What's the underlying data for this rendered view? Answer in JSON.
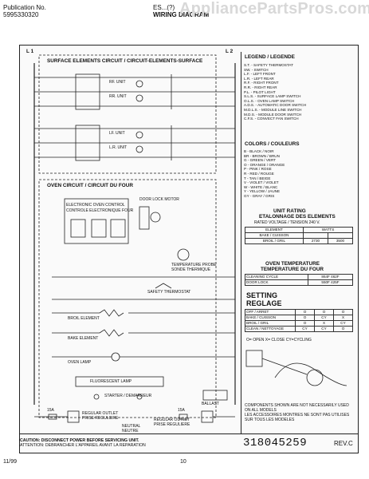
{
  "header": {
    "publication_label": "Publication No.",
    "publication_number": "5995330320",
    "model_code": "ES...(?)",
    "title": "WIRING DIAGRAM",
    "watermark": "AppliancePartsPros.com"
  },
  "diagram": {
    "line_left": "L 1",
    "line_right": "L 2",
    "surface_title": "SURFACE ELEMENTS CIRCUIT / CIRCUIT-ELEMENTS-SURFACE",
    "oven_title": "OVEN CIRCUIT / CIRCUIT DU FOUR",
    "labels": {
      "rf_unit": "RF. UNIT",
      "rr_unit": "RR. UNIT",
      "lf_unit": "LF. UNIT",
      "lr_unit": "L.R. UNIT",
      "control": "ELECTRONIC OVEN CONTROL",
      "control_fr": "CONTROLE ELECTRONIQUE FOUR",
      "door_lock": "DOOR LOCK MOTOR",
      "temp_probe": "TEMPERATURE PROBE",
      "temp_probe_fr": "SONDE THERMIQUE",
      "safety_thermostat": "SAFETY THERMOSTAT",
      "broil_element": "BROIL ELEMENT",
      "bake_element": "BAKE ELEMENT",
      "oven_lamp": "OVEN LAMP",
      "fluorescent": "FLUORESCENT LAMP",
      "starter": "STARTER / DEMARREUR",
      "ballast": "BALLAST",
      "reg_outlet": "REGULAR OUTLET",
      "reg_outlet_fr": "PRISE REGULIERE",
      "reg_outlet_r": "REGULAR OUTLET",
      "reg_outlet_r_fr": "PRISE REGULIERE",
      "neutral": "NEUTRAL",
      "neutral_fr": "NEUTRE",
      "fuse_a": "15A",
      "fuse_b": "15A"
    }
  },
  "legend": {
    "title": "LEGEND / LEGENDE",
    "items": [
      "S.T. - SAFETY THERMOSTAT",
      "SW. - SWITCH",
      "L.F. - LEFT FRONT",
      "L.R. - LEFT REAR",
      "R.F. - RIGHT FRONT",
      "R.R. - RIGHT REAR",
      "P.L. - PILOT LIGHT",
      "S.L.S. - SURFACE LAMP SWITCH",
      "O.L.S. - OVEN LAMP SWITCH",
      "A.D.S. - AUTOMATIC DOOR SWITCH",
      "M.D.L.S. - MODULE LINE SWITCH",
      "M.D.S. - MODULE DOOR SWITCH",
      "C.F.S. - CONVECT FAN SWITCH"
    ],
    "colors_title": "COLORS / COULEURS",
    "colors": [
      "B - BLACK / NOIR",
      "BR - BROWN / BRUN",
      "G - GREEN / VERT",
      "O - ORANGE / ORANGE",
      "P - PINK / ROSE",
      "R - RED / ROUGE",
      "T - TAN / BEIGE",
      "V - VIOLET / VIOLET",
      "W - WHITE / BLANC",
      "Y - YELLOW / JAUNE",
      "GY - GRAY / GRIS"
    ]
  },
  "unit_rating": {
    "title": "UNIT RATING",
    "title_fr": "ETALONNAGE DES ELEMENTS",
    "voltage": "RATED VOLTAGE / TENSION 240 V.",
    "col_element": "ELEMENT",
    "col_watts": "WATTS",
    "rows": [
      {
        "name": "BAKE / CUISSON",
        "w1": "",
        "w2": ""
      },
      {
        "name": "BROIL / GRIL",
        "w1": "2730",
        "w2": "3500"
      }
    ]
  },
  "oven_temperature": {
    "title": "OVEN TEMPERATURE",
    "title_fr": "TEMPERATURE DU FOUR",
    "rows": [
      {
        "name": "CLEANING CYCLE",
        "value": "864F 462F"
      },
      {
        "name": "DOOR LOCK",
        "value": "550F 425F"
      }
    ]
  },
  "setting": {
    "title": "SETTING",
    "title_fr": "REGLAGE",
    "headers": [
      "",
      "",
      "",
      ""
    ],
    "rows": [
      {
        "name": "OFF / ARRET",
        "c1": "O",
        "c2": "O",
        "c3": "O"
      },
      {
        "name": "BAKE / CUISSON",
        "c1": "O",
        "c2": "CY",
        "c3": "X"
      },
      {
        "name": "BROIL / GRIL",
        "c1": "O",
        "c2": "X",
        "c3": "CY"
      },
      {
        "name": "CLEAN / NETTOYAGE",
        "c1": "CY",
        "c2": "CY",
        "c3": "O"
      }
    ],
    "legend_line": "O= OPEN   X= CLOSE   CY=CYCLING"
  },
  "notes": {
    "components": "COMPONENTS SHOWN ARE NOT NECESSARILY USED ON ALL MODELS",
    "components_fr": "LES ACCESSOIRES MONTRES NE SONT PAS UTILISES SUR TOUS LES MODELES"
  },
  "footer": {
    "caution": "CAUTION: DISCONNECT POWER BEFORE SERVICING UNIT.",
    "caution_fr": "ATTENTION: DEBRANCHER L'APPAREIL AVANT LA REPARATION",
    "part_number": "318045259",
    "revision": "REV.C",
    "date": "11/99",
    "page": "10"
  }
}
